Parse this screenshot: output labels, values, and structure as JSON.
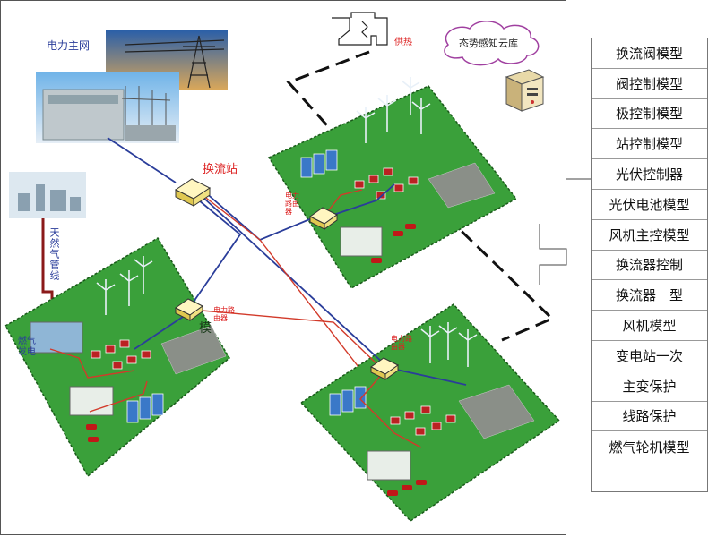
{
  "labels": {
    "main_grid": "电力主网",
    "converter_station": "换流站",
    "gas_pipeline": "天然气管线",
    "gas_power_1": "燃气",
    "gas_power_2": "发电",
    "heat_supply": "供热",
    "cloud": "态势感知云库",
    "router_top": "电力路由器",
    "router_left": "电力路由器",
    "router_bottom": "电力路由器",
    "module_char": "模"
  },
  "model_list": [
    "换流阀模型",
    "阀控制模型",
    "极控制模型",
    "站控制模型",
    "光伏控制器",
    "光伏电池模型",
    "风机主控模型",
    "换流器控制",
    "换流器　型",
    "风机模型",
    "变电站一次",
    "主变保护",
    "线路保护",
    "燃气轮机模型"
  ],
  "colors": {
    "grass": "#3aa03a",
    "power_line_blue": "#2a3d9a",
    "power_line_red": "#d23a2a",
    "pipe_red": "#8b1a1a",
    "cloud_stroke": "#a040a0"
  }
}
